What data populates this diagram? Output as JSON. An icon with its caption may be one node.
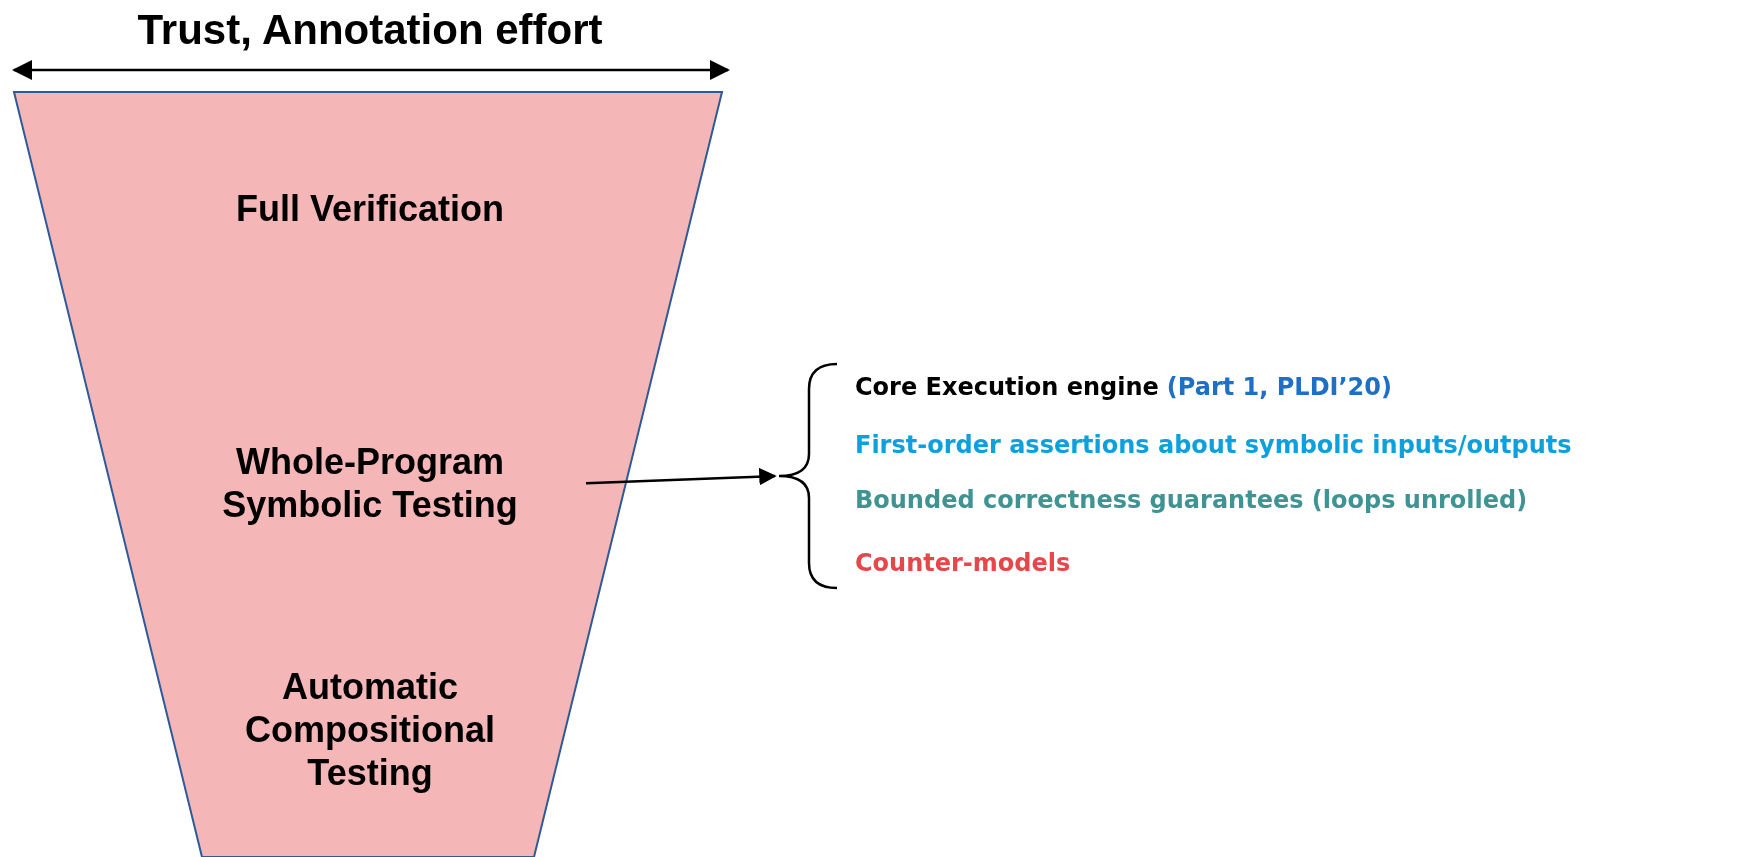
{
  "diagram": {
    "nodes": [
      {
        "text": [],
        "shape": "trapezoid"
      },
      {
        "text": [
          "Full Verification"
        ],
        "in": 0
      },
      {
        "text": [
          "Whole-Program Symbolic Testing"
        ],
        "in": 0
      },
      {
        "text": [
          "Automatic Compositional Testing"
        ],
        "in": 0
      },
      {
        "text": [
          "Core Execution engine",
          "(Part 1, PLDI’20)",
          "First-order assertions about symbolic inputs/outputs",
          "Bounded correctness guarantees (loops unrolled)",
          "Counter-models"
        ]
      }
    ],
    "edges": [
      {
        "from": 2,
        "to": 4,
        "arrow": "to"
      }
    ],
    "labels": [
      "Trust, Annotation effort"
    ]
  }
}
